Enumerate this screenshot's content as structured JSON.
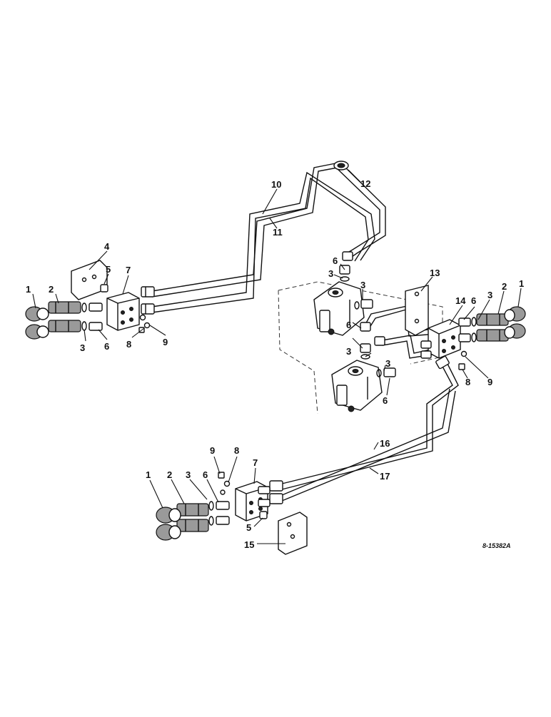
{
  "diagram": {
    "reference_code": "8-15382A",
    "callouts": {
      "c1a": "1",
      "c2a": "2",
      "c4": "4",
      "c5a": "5",
      "c7a": "7",
      "c3a": "3",
      "c6a": "6",
      "c8a": "8",
      "c9a": "9",
      "c10": "10",
      "c11": "11",
      "c12": "12",
      "c6b": "6",
      "c3b": "3",
      "c3c": "3",
      "c6c": "6",
      "c3d": "3",
      "c3e": "3",
      "c6d": "6",
      "c13": "13",
      "c14": "14",
      "c6e": "6",
      "c3f": "3",
      "c2b": "2",
      "c1b": "1",
      "c9b": "9",
      "c8b": "8",
      "c16": "16",
      "c17": "17",
      "c9c": "9",
      "c8c": "8",
      "c7b": "7",
      "c1c": "1",
      "c2c": "2",
      "c3g": "3",
      "c6f": "6",
      "c5b": "5",
      "c15": "15"
    }
  }
}
